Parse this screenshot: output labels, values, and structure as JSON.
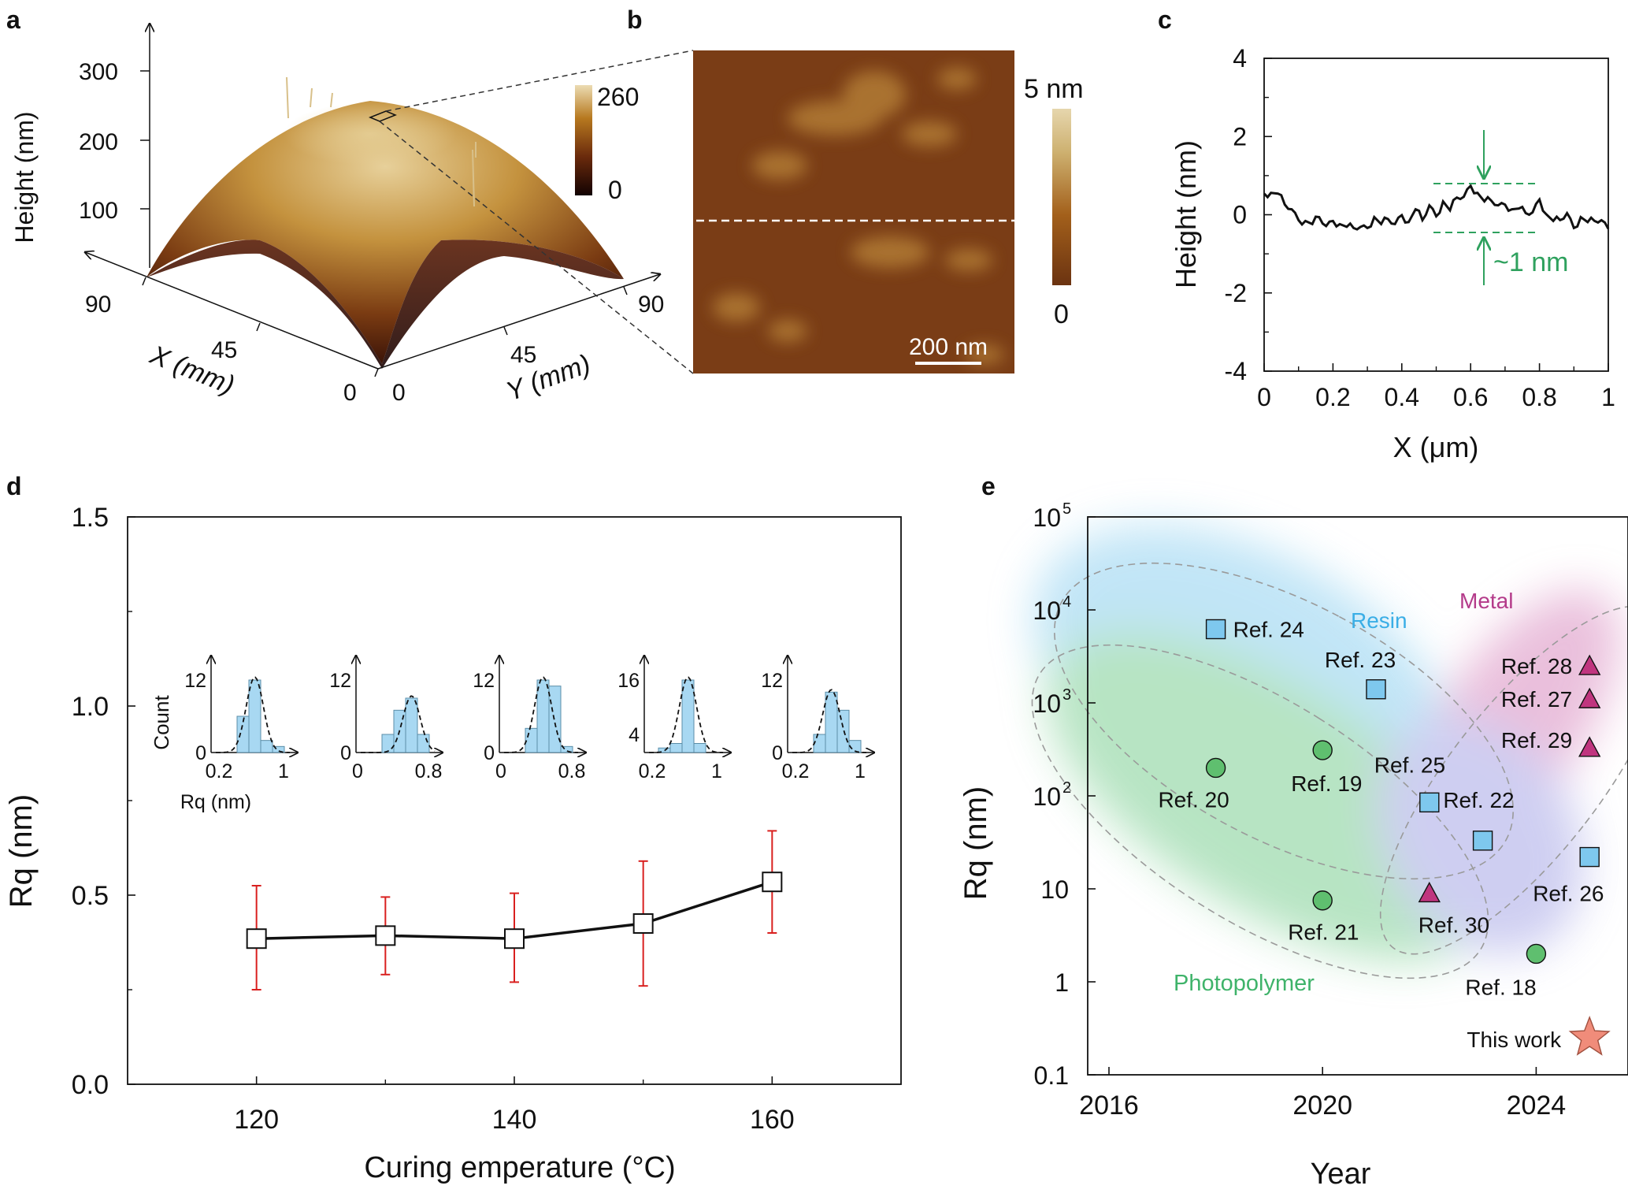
{
  "colors": {
    "afm_dark": "#2b0a06",
    "afm_mid": "#7a3d16",
    "afm_light": "#e6d6ad",
    "errorbar": "#d9201f",
    "square_fill": "#7ec8ee",
    "circle_fill": "#5fbf6f",
    "triangle_fill": "#c0357f",
    "star_fill": "#f08c7a",
    "resin_label": "#3aaee6",
    "metal_label": "#b43b8a",
    "photopolymer_label": "#3fb36a",
    "annotation_green": "#2fa15e"
  },
  "panel_labels": [
    "a",
    "b",
    "c",
    "d",
    "e"
  ],
  "panel_a": {
    "z_axis_label": "Height  (nm)",
    "z_ticks": [
      "300",
      "200",
      "100"
    ],
    "x_axis_label": "X  (mm)",
    "x_ticks": [
      "90",
      "45",
      "0"
    ],
    "y_axis_label": "Y  (mm)",
    "y_ticks": [
      "0",
      "45",
      "90"
    ],
    "colorbar_max": "260",
    "colorbar_min": "0"
  },
  "panel_b": {
    "colorbar_max": "5 nm",
    "colorbar_min": "0",
    "scalebar_label": "200 nm"
  },
  "panel_c": {
    "annotation": "~1 nm"
  },
  "panel_d": {
    "inset_y_label": "Count",
    "inset_x_label": "Rq (nm)",
    "insets": [
      {
        "y_ticks": [
          "12",
          "0"
        ],
        "x_ticks": [
          "0.2",
          "1"
        ],
        "bars": [
          0,
          6,
          12,
          2,
          1,
          0
        ]
      },
      {
        "y_ticks": [
          "12",
          "0"
        ],
        "x_ticks": [
          "0",
          "0.8"
        ],
        "bars": [
          0,
          3,
          7,
          9,
          3,
          0
        ]
      },
      {
        "y_ticks": [
          "12",
          "0"
        ],
        "x_ticks": [
          "0",
          "0.8"
        ],
        "bars": [
          0,
          4,
          12,
          11,
          1,
          0
        ]
      },
      {
        "y_ticks": [
          "16",
          "4"
        ],
        "x_ticks": [
          "0.2",
          "1"
        ],
        "bars": [
          1,
          2,
          16,
          2,
          0,
          0
        ]
      },
      {
        "y_ticks": [
          "12",
          "0"
        ],
        "x_ticks": [
          "0.2",
          "1"
        ],
        "bars": [
          0,
          3,
          10,
          7,
          2,
          0
        ]
      }
    ]
  },
  "chart_data": [
    {
      "panel": "c",
      "type": "line",
      "xlabel": "X (μm)",
      "ylabel": "Height (nm)",
      "xlim": [
        0,
        1
      ],
      "ylim": [
        -4,
        4
      ],
      "x_ticks": [
        "0",
        "0.2",
        "0.4",
        "0.6",
        "0.8",
        "1"
      ],
      "y_ticks": [
        "4",
        "2",
        "0",
        "-2",
        "-4"
      ],
      "series": [
        {
          "x": [
            0,
            0.02,
            0.04,
            0.06,
            0.08,
            0.1,
            0.12,
            0.14,
            0.16,
            0.18,
            0.2,
            0.22,
            0.24,
            0.26,
            0.28,
            0.3,
            0.32,
            0.34,
            0.36,
            0.38,
            0.4,
            0.42,
            0.44,
            0.46,
            0.48,
            0.5,
            0.52,
            0.54,
            0.56,
            0.58,
            0.6,
            0.62,
            0.64,
            0.66,
            0.68,
            0.7,
            0.72,
            0.74,
            0.76,
            0.78,
            0.8,
            0.82,
            0.84,
            0.86,
            0.88,
            0.9,
            0.92,
            0.94,
            0.96,
            0.98,
            1.0
          ],
          "values": [
            0.5,
            0.6,
            0.5,
            0.3,
            0.1,
            -0.1,
            -0.2,
            -0.2,
            -0.1,
            -0.25,
            -0.2,
            -0.2,
            -0.35,
            -0.3,
            -0.35,
            -0.3,
            -0.1,
            -0.2,
            -0.15,
            -0.2,
            -0.05,
            -0.15,
            0.1,
            -0.1,
            0.2,
            0.0,
            0.3,
            0.15,
            0.4,
            0.5,
            0.7,
            0.6,
            0.3,
            0.4,
            0.2,
            0.3,
            0.1,
            0.2,
            0.0,
            0.1,
            0.35,
            0.05,
            -0.2,
            -0.1,
            0.0,
            -0.3,
            -0.1,
            -0.15,
            -0.2,
            -0.1,
            -0.4
          ]
        }
      ]
    },
    {
      "panel": "d",
      "type": "line",
      "xlabel": "Curing emperature (°C)",
      "ylabel": "Rq (nm)",
      "xlim": [
        110,
        170
      ],
      "ylim": [
        0,
        1.5
      ],
      "x_ticks": [
        "120",
        "140",
        "160"
      ],
      "y_ticks": [
        "1.5",
        "1.0",
        "0.5",
        "0.0"
      ],
      "x": [
        120,
        130,
        140,
        150,
        160
      ],
      "values": [
        0.385,
        0.393,
        0.385,
        0.425,
        0.535
      ],
      "error_low": [
        0.25,
        0.29,
        0.27,
        0.26,
        0.4
      ],
      "error_high": [
        0.525,
        0.495,
        0.505,
        0.59,
        0.67
      ]
    },
    {
      "panel": "e",
      "type": "scatter",
      "xlabel": "Year",
      "ylabel": "Rq  (nm)",
      "xlim": [
        2016,
        2026
      ],
      "ylim": [
        0.1,
        100000
      ],
      "log_y": true,
      "x_ticks": [
        "2016",
        "2020",
        "2024"
      ],
      "y_ticks": [
        "10^5",
        "10^4",
        "10^3",
        "10^2",
        "10",
        "1",
        "0.1"
      ],
      "group_labels": [
        "Resin",
        "Metal",
        "Photopolymer"
      ],
      "points": [
        {
          "label": "Ref. 24",
          "x": 2018,
          "y": 6200,
          "marker": "square"
        },
        {
          "label": "Ref. 23",
          "x": 2021,
          "y": 1400,
          "marker": "square"
        },
        {
          "label": "Ref. 25",
          "x": 2022,
          "y": 85,
          "marker": "square"
        },
        {
          "label": "Ref. 22",
          "x": 2023,
          "y": 33,
          "marker": "square"
        },
        {
          "label": "Ref. 26",
          "x": 2025,
          "y": 22,
          "marker": "square"
        },
        {
          "label": "Ref. 28",
          "x": 2025,
          "y": 2500,
          "marker": "triangle"
        },
        {
          "label": "Ref. 27",
          "x": 2025,
          "y": 1100,
          "marker": "triangle"
        },
        {
          "label": "Ref. 29",
          "x": 2025,
          "y": 330,
          "marker": "triangle"
        },
        {
          "label": "Ref. 30",
          "x": 2022,
          "y": 9,
          "marker": "triangle"
        },
        {
          "label": "Ref. 20",
          "x": 2018,
          "y": 200,
          "marker": "circle"
        },
        {
          "label": "Ref. 19",
          "x": 2020,
          "y": 310,
          "marker": "circle"
        },
        {
          "label": "Ref. 21",
          "x": 2020,
          "y": 7.5,
          "marker": "circle"
        },
        {
          "label": "Ref. 18",
          "x": 2024,
          "y": 2,
          "marker": "circle"
        },
        {
          "label": "This work",
          "x": 2025,
          "y": 0.25,
          "marker": "star"
        }
      ]
    }
  ]
}
